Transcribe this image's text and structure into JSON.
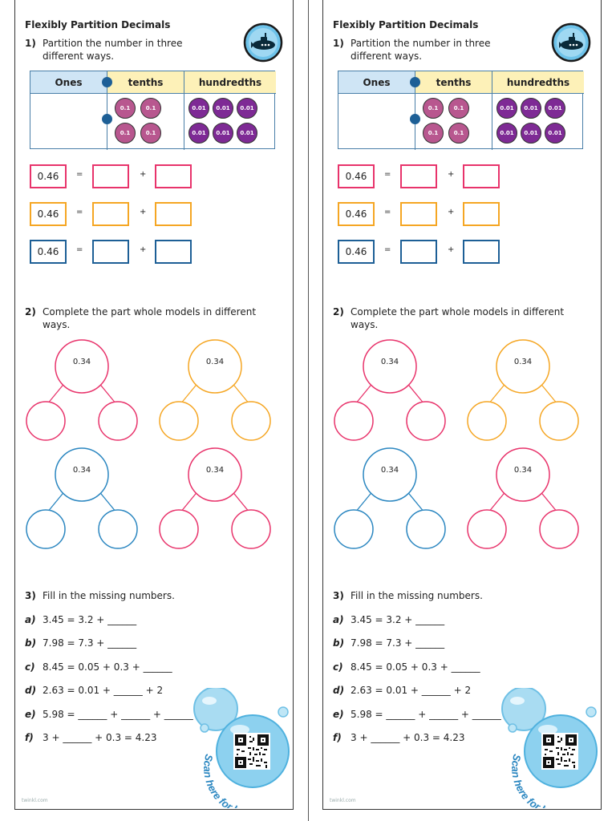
{
  "worksheet": {
    "title": "Flexibly Partition Decimals",
    "footer": "twinkl.com",
    "q1": {
      "number": "1)",
      "text": "Partition the number in three different ways.",
      "table": {
        "headers": [
          "Ones",
          "tenths",
          "hundredths"
        ],
        "tenths_counter_label": "0.1",
        "hundredths_counter_label": "0.01",
        "tenths_count": 4,
        "hundredths_count": 6
      },
      "rows": [
        {
          "number": "0.46",
          "equals": "=",
          "plus": "+",
          "color": "#e8336b"
        },
        {
          "number": "0.46",
          "equals": "=",
          "plus": "+",
          "color": "#f5a623"
        },
        {
          "number": "0.46",
          "equals": "=",
          "plus": "+",
          "color": "#1d5f96"
        }
      ]
    },
    "q2": {
      "number": "2)",
      "text": "Complete the part whole models in different ways.",
      "models": [
        {
          "whole": "0.34",
          "color": "#e8336b"
        },
        {
          "whole": "0.34",
          "color": "#f5a623"
        },
        {
          "whole": "0.34",
          "color": "#2a86c0"
        },
        {
          "whole": "0.34",
          "color": "#e8336b"
        }
      ]
    },
    "q3": {
      "number": "3)",
      "text": "Fill in the missing numbers.",
      "items": [
        {
          "letter": "a)",
          "expr": "3.45 = 3.2 + ______"
        },
        {
          "letter": "b)",
          "expr": "7.98 = 7.3 + ______"
        },
        {
          "letter": "c)",
          "expr": "8.45 = 0.05 + 0.3 + ______"
        },
        {
          "letter": "d)",
          "expr": "2.63 = 0.01 + ______ + 2"
        },
        {
          "letter": "e)",
          "expr": "5.98 = ______ + ______ + ______"
        },
        {
          "letter": "f)",
          "expr": "3 + ______ + 0.3 = 4.23"
        }
      ]
    },
    "help": {
      "text": "Scan here for help!",
      "icon": "qr-code-icon"
    },
    "colors": {
      "pink": "#e8336b",
      "orange": "#f5a623",
      "blue": "#1d5f96",
      "light_blue": "#2a86c0",
      "tenth_counter": "#b8578f",
      "hundredth_counter": "#7e2a95"
    }
  }
}
